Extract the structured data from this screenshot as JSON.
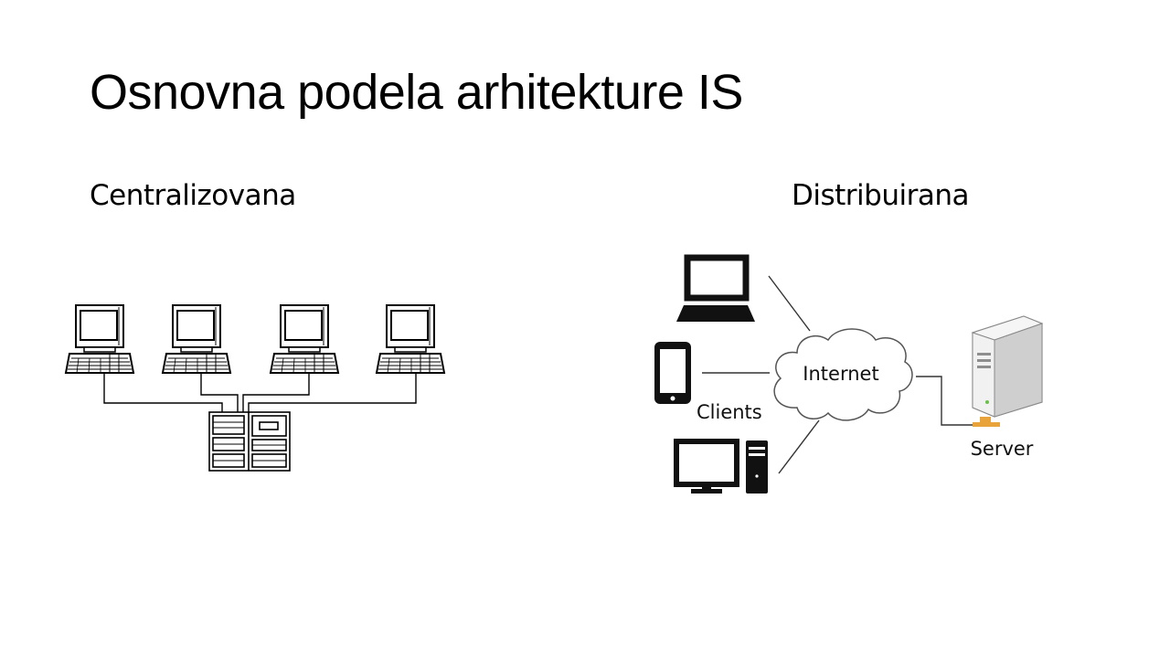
{
  "slide": {
    "title": "Osnovna podela arhitekture IS"
  },
  "columns": {
    "left_heading": "Centralizovana",
    "right_heading": "Distribuirana"
  },
  "distributed_diagram": {
    "cloud_label": "Internet",
    "clients_label": "Clients",
    "server_label": "Server"
  },
  "icons": {
    "terminal": "terminal-icon",
    "mainframe": "mainframe-icon",
    "laptop": "laptop-icon",
    "phone": "smartphone-icon",
    "desktop": "desktop-pc-icon",
    "cloud": "cloud-icon",
    "server": "server-tower-icon"
  },
  "colors": {
    "server_connector": "#e8a33a"
  }
}
